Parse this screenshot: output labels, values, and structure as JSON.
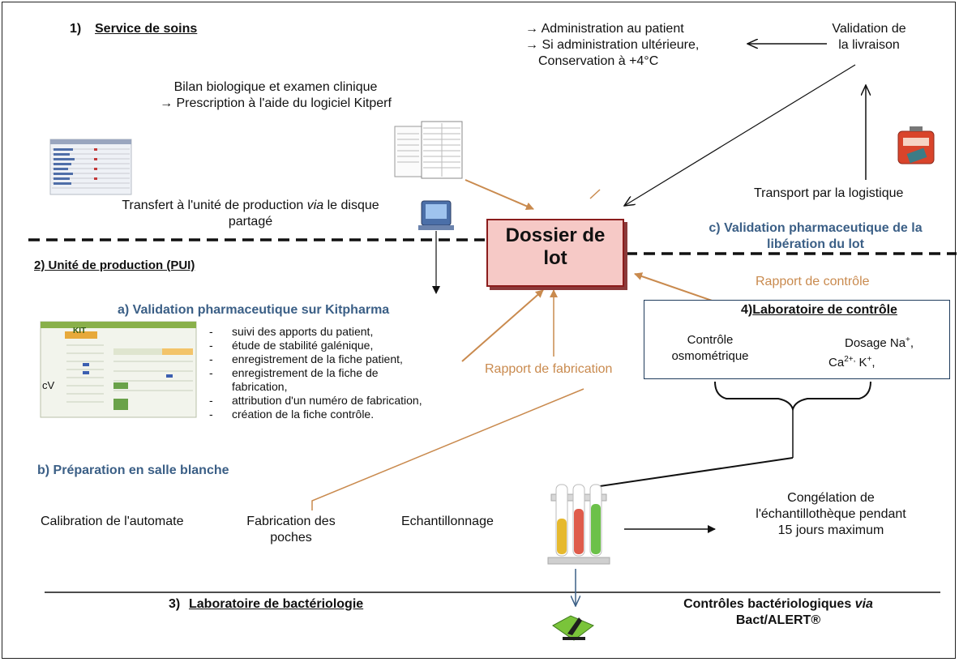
{
  "sections": {
    "s1_num": "1)",
    "s1_title": "Service de soins",
    "s2_title": "2) Unité de production (PUI)",
    "s3_num": "3)",
    "s3_title": "Laboratoire de bactériologie",
    "s4_num": "4)",
    "s4_title": "Laboratoire de contrôle"
  },
  "service": {
    "bilan_line1": "Bilan biologique et examen clinique",
    "bilan_line2": "→ Prescription à l'aide du logiciel Kitperf",
    "transfert_a": "Transfert à l'unité de production ",
    "transfert_via": "via",
    "transfert_b": " le disque",
    "transfert_line2": "partagé",
    "admin_line1": "→ Administration au patient",
    "admin_line2": "→ Si administration ultérieure,",
    "admin_line3": "Conservation à +4°C",
    "validation_line1": "Validation de",
    "validation_line2": "la livraison",
    "transport": "Transport par la logistique"
  },
  "dossier": {
    "line1": "Dossier de",
    "line2": "lot"
  },
  "validation_c": {
    "line1": "c) Validation pharmaceutique de la",
    "line2": "libération du lot"
  },
  "rapports": {
    "controle": "Rapport de contrôle",
    "fabrication": "Rapport de fabrication"
  },
  "production": {
    "a_title": "a)  Validation pharmaceutique sur Kitpharma",
    "steps": [
      "suivi des apports du patient,",
      "étude de stabilité galénique,",
      "enregistrement de la fiche patient,",
      "enregistrement de la fiche de fabrication,",
      "attribution d'un numéro de fabrication,",
      "création de la fiche contrôle."
    ],
    "b_title": "b) Préparation en salle blanche",
    "calibration": "Calibration de l'automate",
    "fabrication_line1": "Fabrication des",
    "fabrication_line2": "poches",
    "echantillonnage": "Echantillonnage",
    "congelation_line1": "Congélation de",
    "congelation_line2": "l'échantillothèque pendant",
    "congelation_line3": "15 jours maximum"
  },
  "lab_controle": {
    "osmo_line1": "Contrôle",
    "osmo_line2": "osmométrique",
    "dosage_a": "Dosage Na",
    "dosage_a_sup": "+",
    "dosage_a_end": ",",
    "dosage_b": "Ca",
    "dosage_b_sup": "2+,",
    "dosage_b_mid": " K",
    "dosage_b_sup2": "+",
    "dosage_b_end": ","
  },
  "bacterio": {
    "controles_a": "Contrôles bactériologiques ",
    "controles_via": "via",
    "controles_line2": "Bact/ALERT®"
  },
  "mini_app": {
    "kt": "KIT",
    "cv": "cV"
  },
  "colors": {
    "blue_heading": "#3b5f86",
    "orange_label": "#c98a4e",
    "dossier_fill": "#f6c9c6",
    "dossier_border": "#8b1c1c"
  }
}
